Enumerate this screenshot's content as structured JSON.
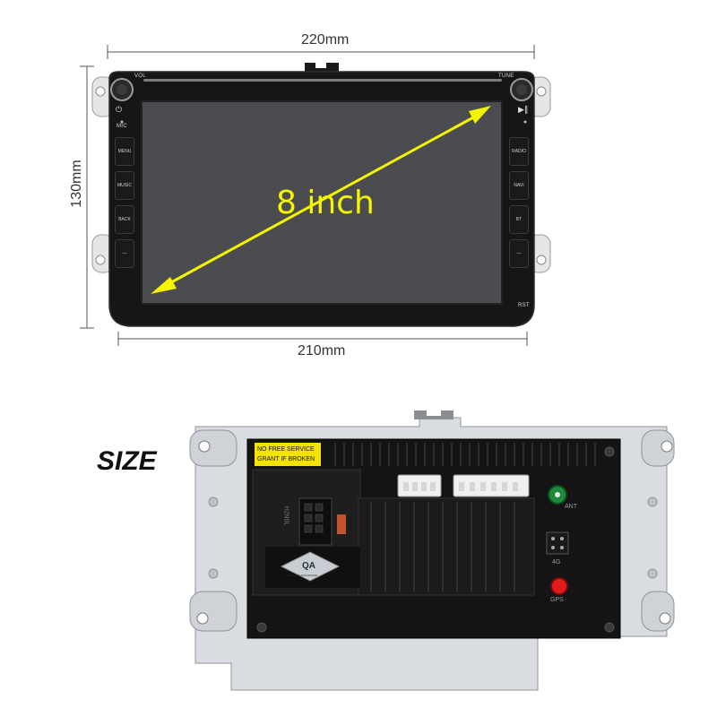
{
  "dimensions": {
    "top_width": "220mm",
    "bottom_width": "210mm",
    "height": "130mm"
  },
  "front_unit": {
    "vol_label": "VOL",
    "tune_label": "TUNE",
    "mic_label": "MIC",
    "rst_label": "RST",
    "screen_size_label": "8 inch",
    "left_buttons": [
      "MENU",
      "MUSIC",
      "BACK",
      "—"
    ],
    "right_buttons": [
      "RADIO",
      "NAVI",
      "BT",
      "—"
    ],
    "arrow_color": "#f5f500",
    "label_color": "#f5f500"
  },
  "section_label": "SIZE",
  "rear_unit": {
    "warning_line1": "NO FREE SERVICE",
    "warning_line2": "GRANT IF BROKEN",
    "warning_color": "#f4e300",
    "qa_label": "QA",
    "qa_subtext": "QUALITY ASSURANCE",
    "ant_label": "ANT",
    "port_4g_label": "4G",
    "gps_label": "GPS",
    "gps_color": "#e01b1b",
    "ant_color": "#1f8a3a",
    "port_code": "H2N0L"
  }
}
